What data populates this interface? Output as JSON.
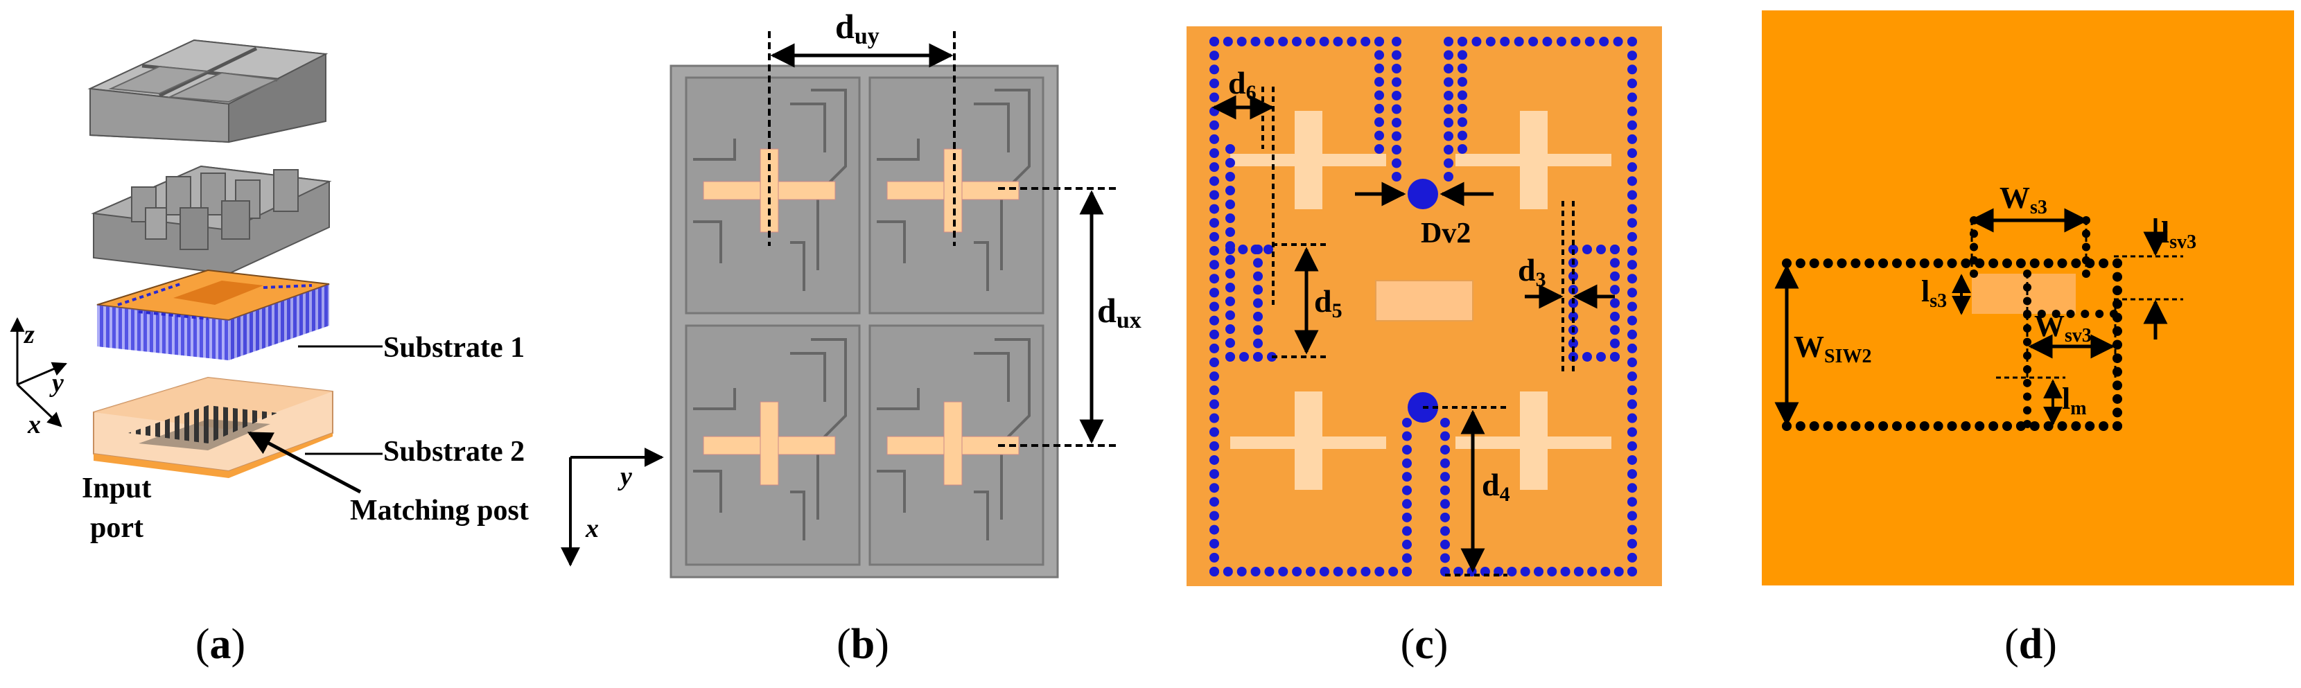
{
  "colors": {
    "orange": "#f7a13c",
    "orange_bright": "#ff9800",
    "gray_board": "#a9a9a9",
    "gray_cell": "#999999",
    "patch": "#ffd7a8",
    "via_blue": "#1a1ad6",
    "via_black": "#000000"
  },
  "panel_a": {
    "caption": "(a)",
    "substrate1_label": "Substrate 1",
    "substrate2_label": "Substrate 2",
    "input_label_line1": "Input",
    "input_label_line2": "port",
    "matching_label": "Matching post",
    "axis_z": "z",
    "axis_y": "y",
    "axis_x": "x"
  },
  "panel_b": {
    "caption": "(b)",
    "d_uy": "d",
    "d_uy_sub": "uy",
    "d_ux": "d",
    "d_ux_sub": "ux",
    "axis_y": "y",
    "axis_x": "x"
  },
  "panel_c": {
    "caption": "(c)",
    "d6": "d",
    "d6_sub": "6",
    "d5": "d",
    "d5_sub": "5",
    "d3": "d",
    "d3_sub": "3",
    "d4": "d",
    "d4_sub": "4",
    "dv2": "Dv2"
  },
  "panel_d": {
    "caption": "(d)",
    "ws3": "W",
    "ws3_sub": "s3",
    "lsv3": "l",
    "lsv3_sub": "sv3",
    "ls3": "l",
    "ls3_sub": "s3",
    "wsv3": "W",
    "wsv3_sub": "sv3",
    "wsiw2": "W",
    "wsiw2_sub": "SIW2",
    "lm": "l",
    "lm_sub": "m"
  }
}
